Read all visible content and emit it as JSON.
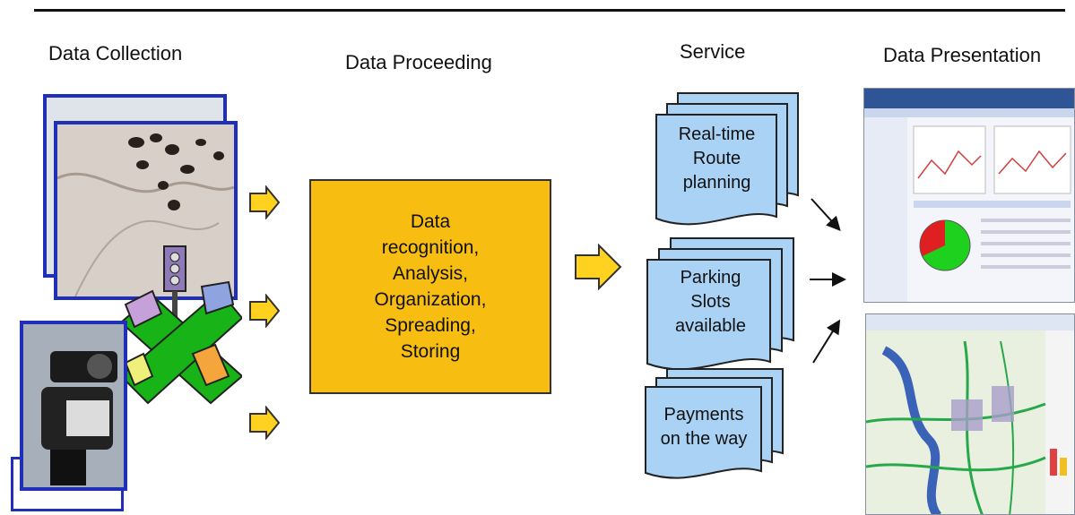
{
  "columns": {
    "collection": "Data Collection",
    "processing": "Data Proceeding",
    "service": "Service",
    "presentation": "Data Presentation"
  },
  "process_box": {
    "text": "Data\nrecognition,\nAnalysis,\nOrganization,\nSpreading,\nStoring"
  },
  "services": [
    {
      "label": "Real-time\nRoute\nplanning"
    },
    {
      "label": "Parking\nSlots\navailable"
    },
    {
      "label": "Payments\non the way"
    }
  ],
  "colors": {
    "accent_blue": "#1f2fb8",
    "process_fill": "#f7bd10",
    "arrow_fill": "#ffd21f",
    "doc_fill": "#a9d2f5"
  }
}
